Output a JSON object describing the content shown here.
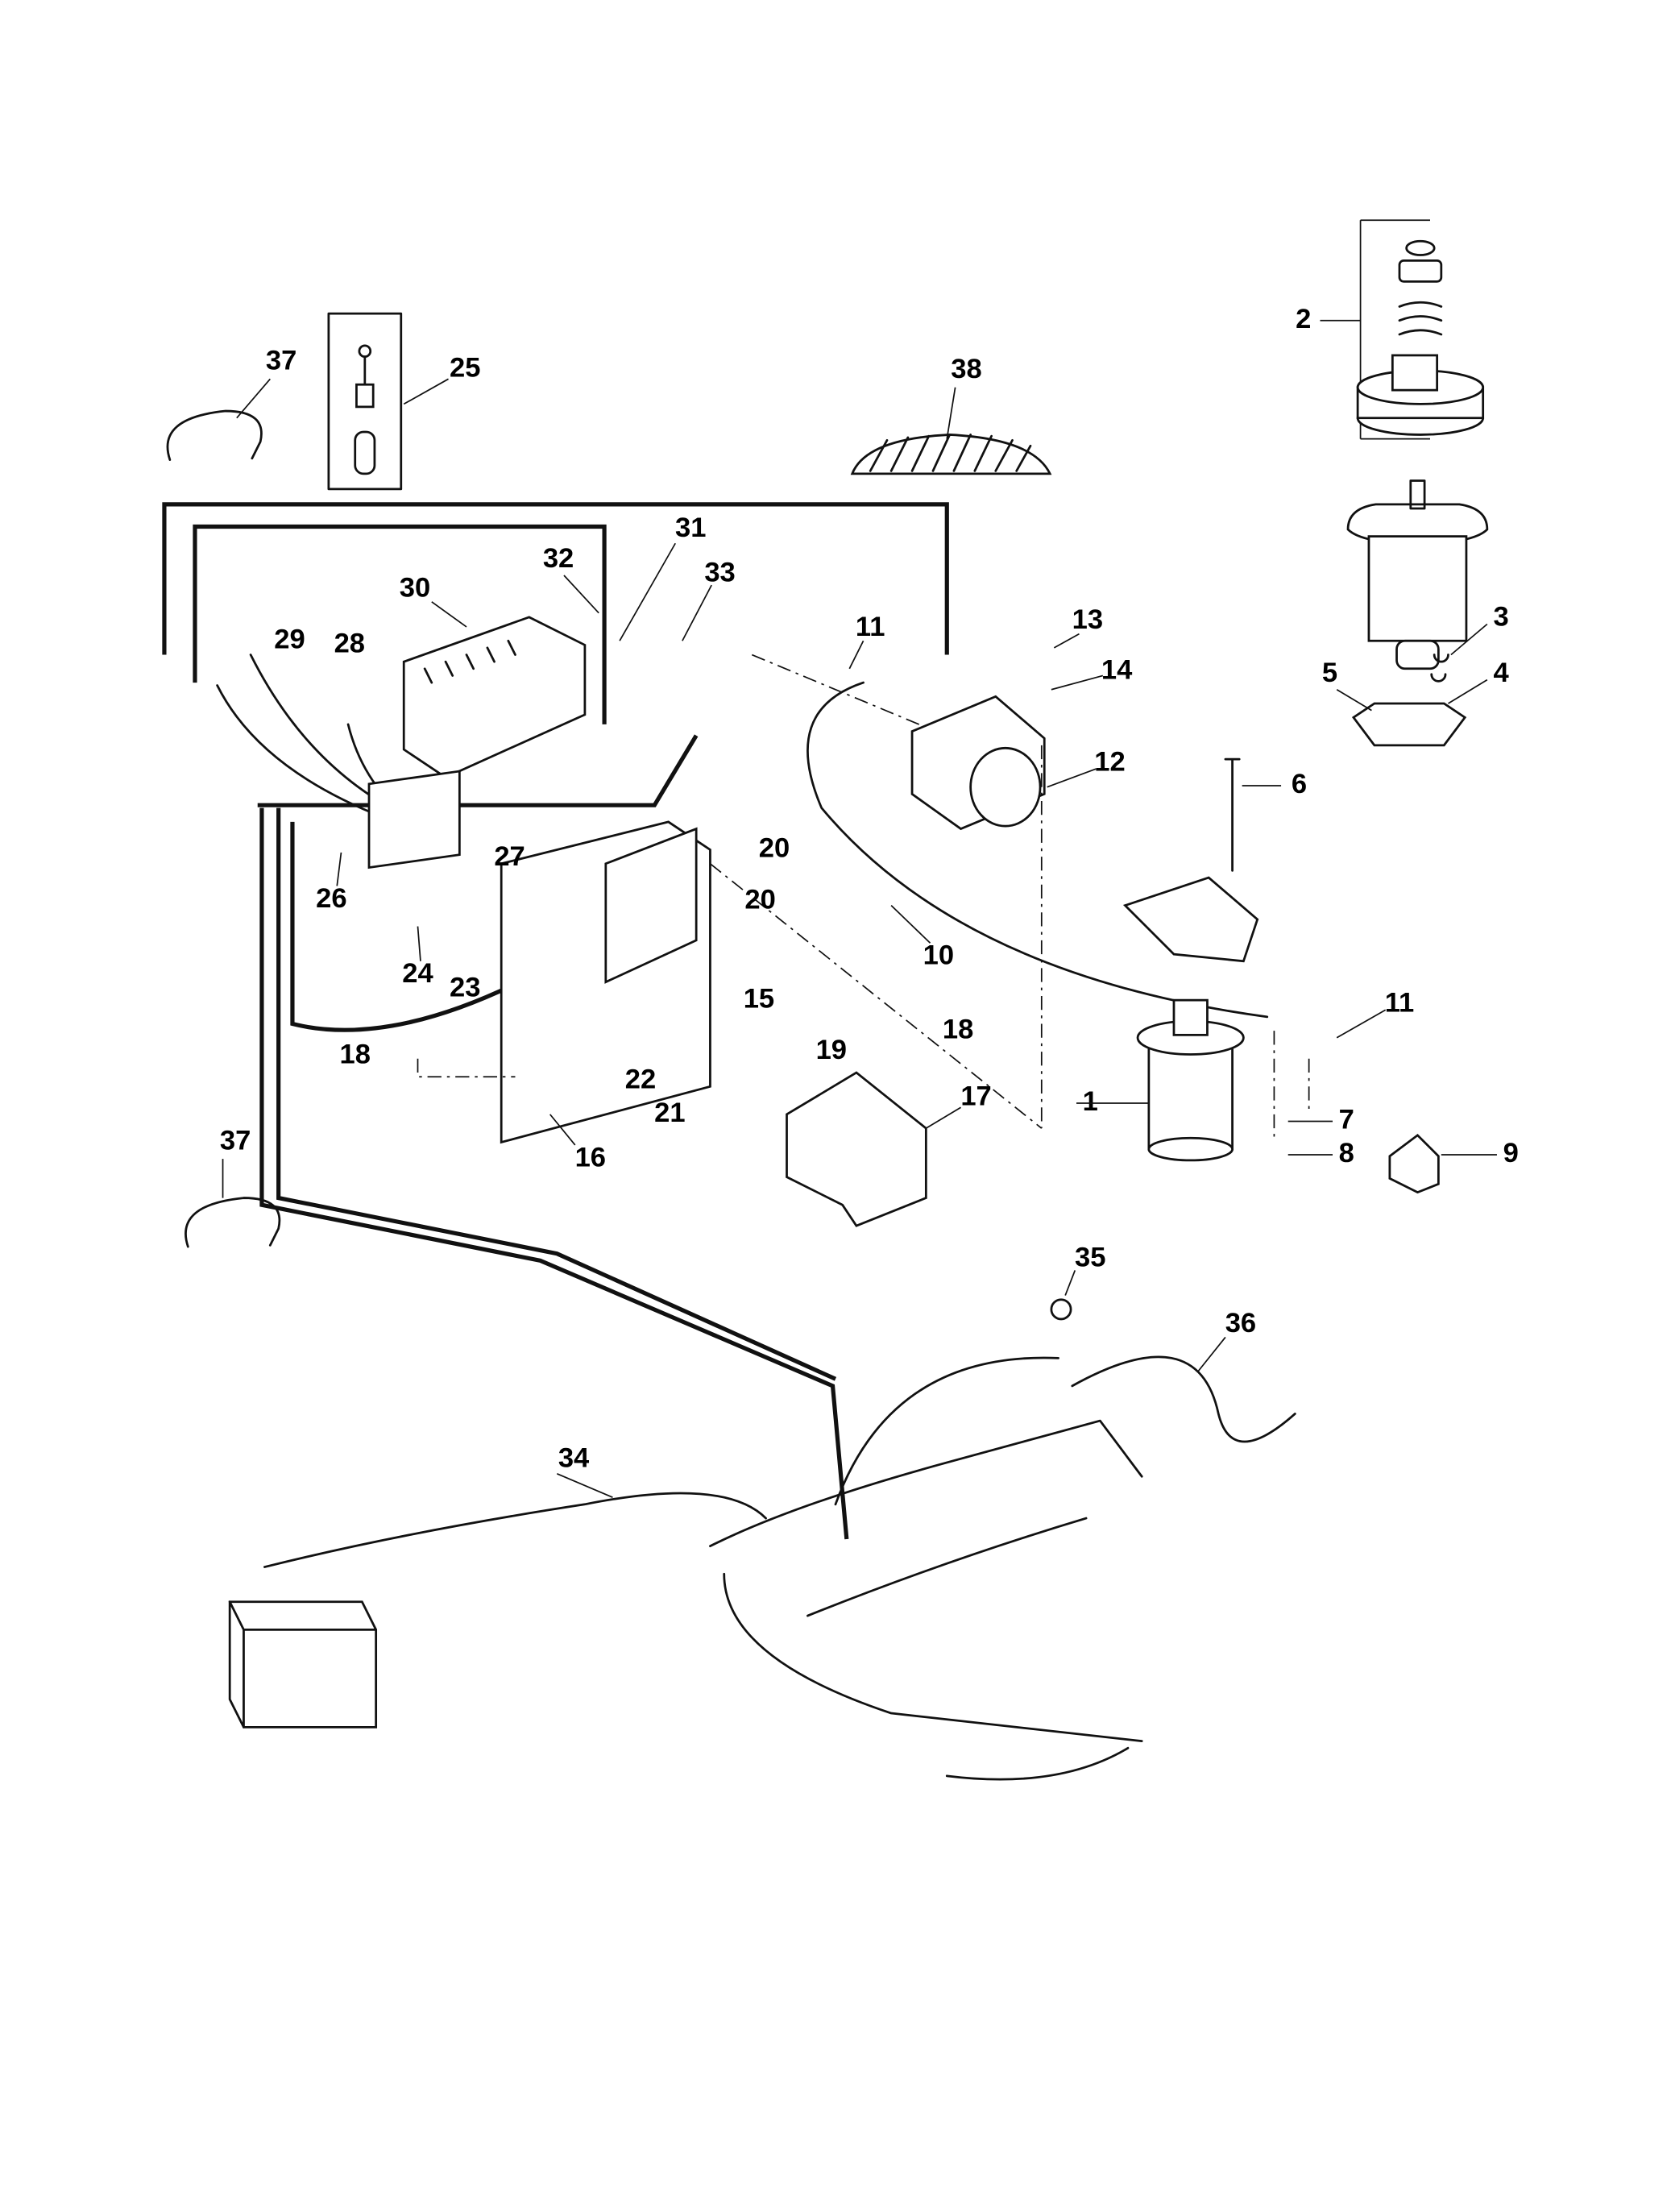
{
  "diagram": {
    "type": "exploded parts diagram",
    "colors": {
      "line": "#111111",
      "background": "#ffffff"
    },
    "labels": [
      "1",
      "2",
      "3",
      "4",
      "5",
      "6",
      "7",
      "8",
      "9",
      "10",
      "11",
      "11",
      "12",
      "13",
      "14",
      "15",
      "16",
      "17",
      "18",
      "18",
      "19",
      "20",
      "20",
      "21",
      "22",
      "23",
      "24",
      "25",
      "26",
      "27",
      "28",
      "29",
      "30",
      "31",
      "32",
      "33",
      "34",
      "35",
      "36",
      "37",
      "37",
      "38"
    ]
  }
}
